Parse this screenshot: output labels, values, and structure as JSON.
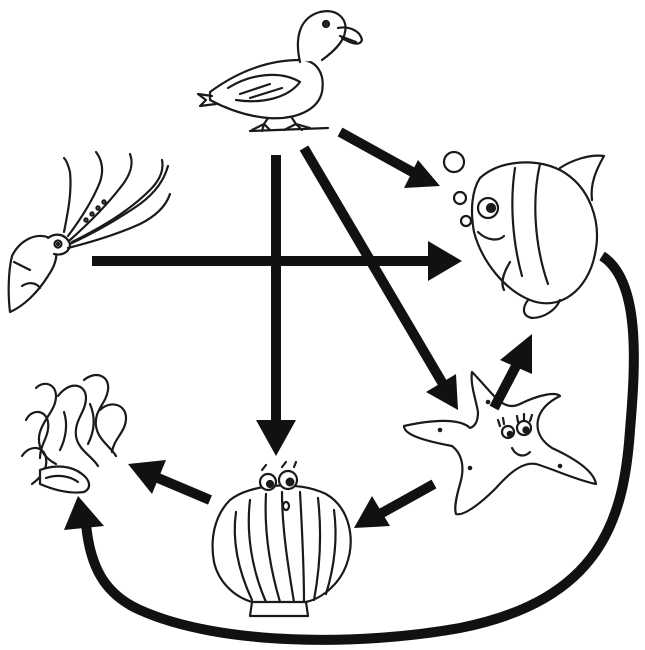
{
  "diagram": {
    "type": "food-web",
    "organisms": [
      {
        "id": "seagull",
        "icon": "seagull-icon"
      },
      {
        "id": "fish",
        "icon": "fish-icon"
      },
      {
        "id": "squid",
        "icon": "squid-icon"
      },
      {
        "id": "seaweed",
        "icon": "seaweed-icon"
      },
      {
        "id": "scallop",
        "icon": "scallop-icon"
      },
      {
        "id": "starfish",
        "icon": "starfish-icon"
      }
    ],
    "arrows": [
      {
        "from": "seagull",
        "to": "fish"
      },
      {
        "from": "seagull",
        "to": "scallop"
      },
      {
        "from": "seagull",
        "to": "starfish"
      },
      {
        "from": "squid",
        "to": "fish"
      },
      {
        "from": "starfish",
        "to": "fish"
      },
      {
        "from": "starfish",
        "to": "scallop"
      },
      {
        "from": "scallop",
        "to": "seaweed"
      },
      {
        "from": "fish",
        "to": "seaweed"
      }
    ],
    "colors": {
      "arrow": "#111111",
      "outline": "#1a1a1a",
      "background": "#ffffff"
    }
  }
}
